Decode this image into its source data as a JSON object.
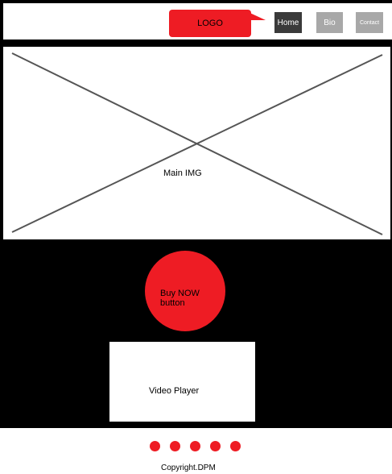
{
  "header": {
    "logo_label": "LOGO",
    "nav": [
      {
        "label": "Home"
      },
      {
        "label": "Bio"
      },
      {
        "label": "Contact"
      }
    ]
  },
  "hero": {
    "label": "Main IMG"
  },
  "cta": {
    "label": "Buy NOW button"
  },
  "video": {
    "label": "Video Player"
  },
  "footer": {
    "dot_count": 5,
    "copyright": "Copyright.DPM"
  },
  "colors": {
    "accent": "#ee1c24",
    "nav_active": "#3a3a3a",
    "nav_inactive": "#a8a8a8",
    "background": "#000000",
    "panel": "#ffffff"
  }
}
